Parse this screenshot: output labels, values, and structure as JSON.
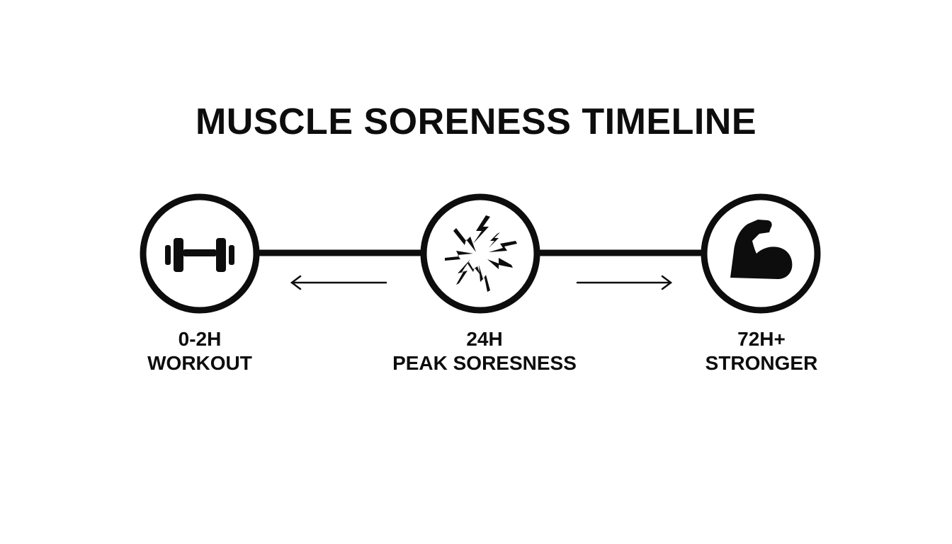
{
  "title": "MUSCLE SORENESS TIMELINE",
  "stages": [
    {
      "time": "0-2H",
      "name": "WORKOUT",
      "icon": "dumbbell-icon"
    },
    {
      "time": "24H",
      "name": "PEAK SORESNESS",
      "icon": "lightning-burst-icon"
    },
    {
      "time": "72H+",
      "name": "STRONGER",
      "icon": "flexed-bicep-icon"
    }
  ],
  "colors": {
    "ink": "#0d0d0d",
    "background": "#ffffff"
  }
}
